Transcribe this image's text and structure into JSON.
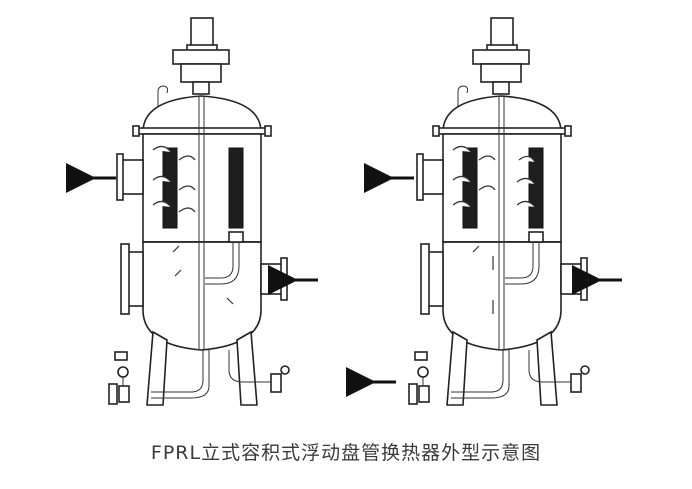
{
  "caption": "FPRL立式容积式浮动盘管换热器外型示意图",
  "icons": [
    "heat-exchanger-left",
    "heat-exchanger-right",
    "flow-arrow"
  ]
}
